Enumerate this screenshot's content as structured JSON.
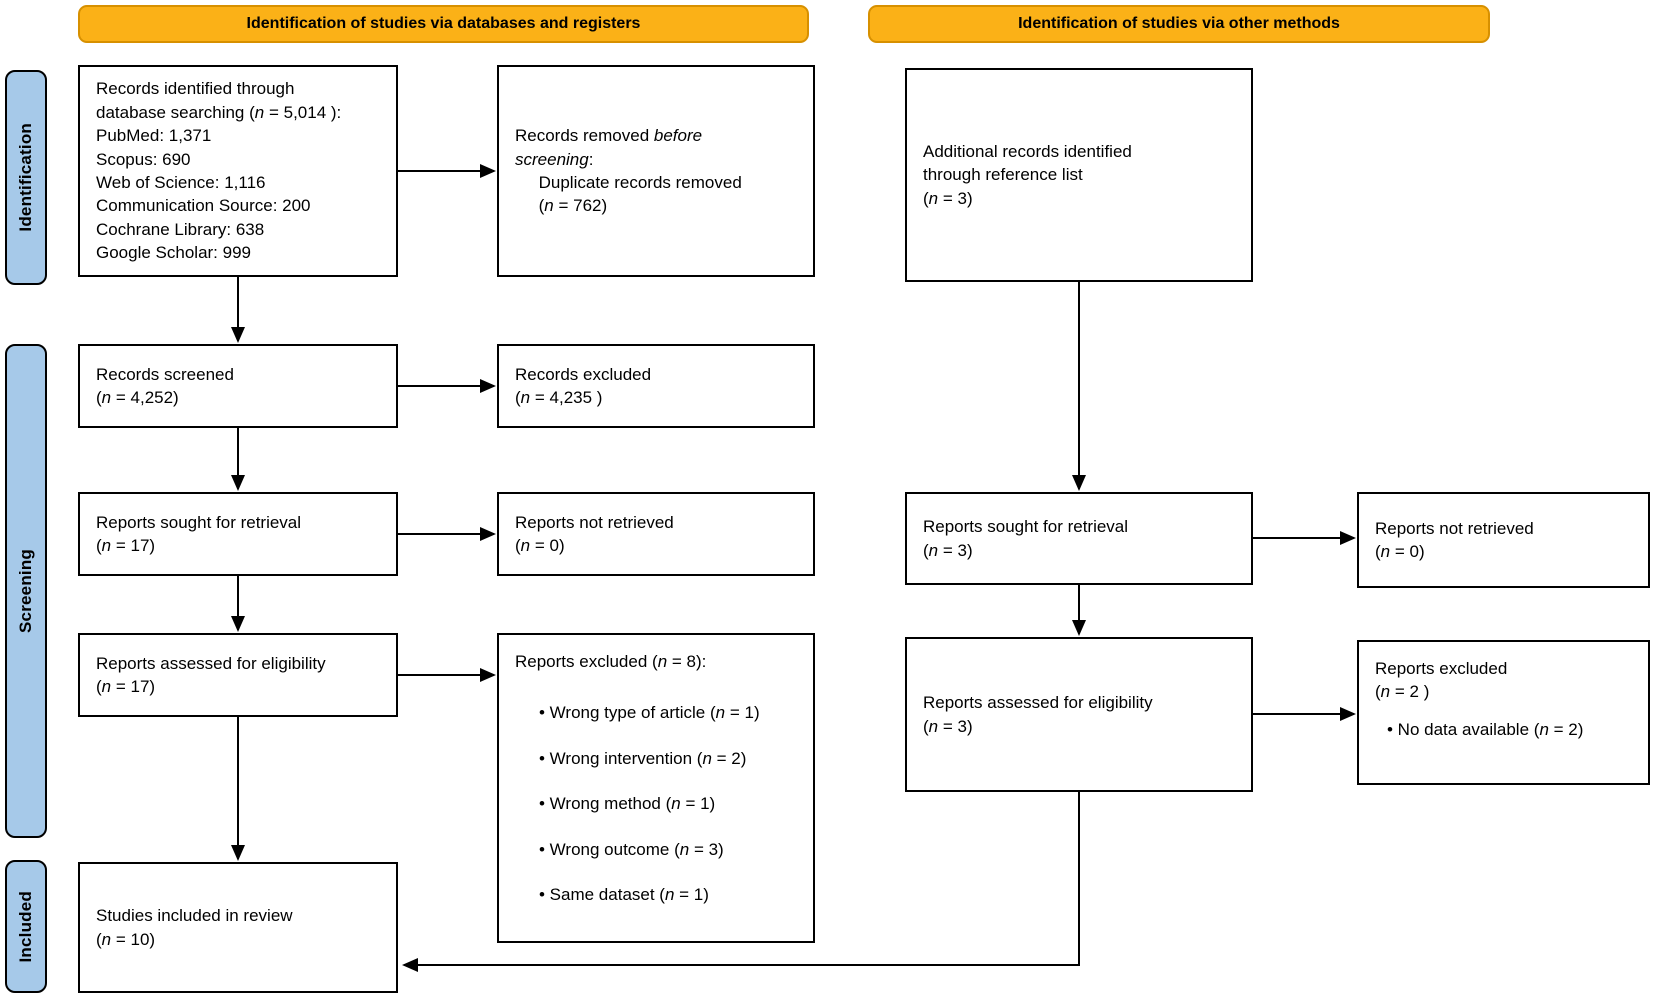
{
  "emphasis": [
    "before",
    "screening"
  ],
  "colors": {
    "banner_fill": "#FBB117",
    "banner_border": "#D79000",
    "stage_fill": "#A6C9E9",
    "box_border": "#000000",
    "text": "#000000"
  },
  "banners": {
    "databases": "Identification of studies via databases and registers",
    "other_methods": "Identification of studies via other methods"
  },
  "stages": {
    "identification": "Identification",
    "screening": "Screening",
    "included": "Included"
  },
  "boxes": {
    "records_identified": {
      "lines": [
        "Records identified through",
        "database searching (n = 5,014 ):",
        "PubMed: 1,371",
        "Scopus: 690",
        "Web of Science: 1,116",
        "Communication Source: 200",
        "Cochrane Library: 638",
        "Google Scholar: 999"
      ]
    },
    "records_removed": {
      "lines": [
        "Records removed before",
        "screening:",
        "     Duplicate records removed",
        "     (n = 762)"
      ]
    },
    "additional_records": {
      "lines": [
        "Additional records identified",
        "through reference list",
        "(n = 3)"
      ]
    },
    "records_screened": {
      "lines": [
        "Records screened",
        "(n = 4,252)"
      ]
    },
    "records_excluded": {
      "lines": [
        "Records excluded",
        "(n = 4,235 )"
      ]
    },
    "reports_sought_db": {
      "lines": [
        "Reports sought for retrieval",
        "(n = 17)"
      ]
    },
    "reports_not_retrieved_db": {
      "lines": [
        "Reports not retrieved",
        "(n = 0)"
      ]
    },
    "reports_assessed_db": {
      "lines": [
        "Reports assessed for eligibility",
        "(n = 17)"
      ]
    },
    "reports_excluded_db": {
      "title": "Reports excluded (n = 8):",
      "bullets": [
        "Wrong type of article (n = 1)",
        "Wrong intervention (n = 2)",
        "Wrong method (n = 1)",
        "Wrong outcome (n = 3)",
        "Same dataset (n = 1)"
      ]
    },
    "reports_sought_other": {
      "lines": [
        "Reports sought for retrieval",
        "(n = 3)"
      ]
    },
    "reports_not_retrieved_other": {
      "lines": [
        "Reports not retrieved",
        "(n = 0)"
      ]
    },
    "reports_assessed_other": {
      "lines": [
        "Reports assessed for eligibility",
        "(n = 3)"
      ]
    },
    "reports_excluded_other": {
      "lines": [
        "Reports excluded",
        "(n = 2 )"
      ],
      "bullets": [
        "No data available (n = 2)"
      ]
    },
    "studies_included": {
      "lines": [
        "Studies included in review",
        "(n = 10)"
      ]
    }
  }
}
